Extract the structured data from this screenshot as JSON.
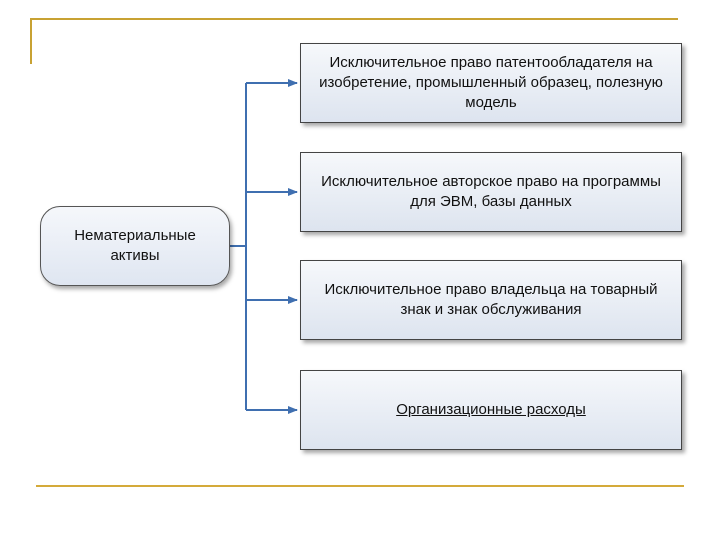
{
  "diagram": {
    "source": {
      "label": "Нематериальные активы"
    },
    "targets": [
      {
        "label": "Исключительное право  патентообладателя на изобретение, промышленный образец, полезную модель"
      },
      {
        "label": "Исключительное авторское право на программы для ЭВМ, базы данных"
      },
      {
        "label": "Исключительное право владельца на товарный знак и знак обслуживания"
      },
      {
        "label": "Организационные расходы"
      }
    ]
  },
  "colors": {
    "accent_rule": "#c8a233",
    "connector": "#3f6fb0",
    "box_border": "#444444"
  }
}
